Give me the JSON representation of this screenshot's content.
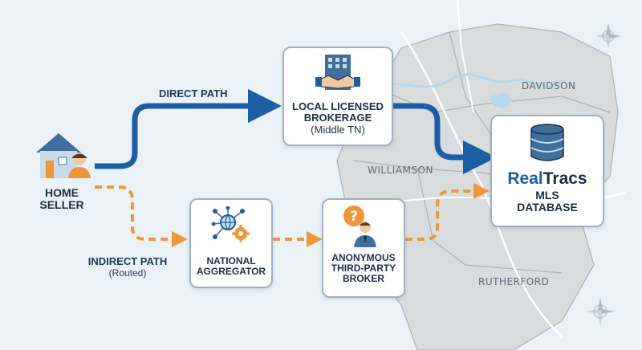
{
  "map": {
    "counties": [
      "DAVIDSON",
      "WILLIAMSON",
      "RUTHERFORD"
    ]
  },
  "seller": {
    "line1": "HOME",
    "line2": "SELLER",
    "icon": "house-with-person-icon"
  },
  "direct_path": {
    "label": "DIRECT PATH",
    "color": "#1b5ea3"
  },
  "indirect_path": {
    "label": "INDIRECT PATH",
    "sublabel": "(Routed)",
    "color": "#f0963a"
  },
  "local_brokerage": {
    "line1": "LOCAL LICENSED",
    "line2": "BROKERAGE",
    "line3": "(Middle TN)",
    "icon": "office-building-handshake-icon"
  },
  "national_aggregator": {
    "line1": "NATIONAL",
    "line2": "AGGREGATOR",
    "icon": "globe-network-gear-icon"
  },
  "anonymous_broker": {
    "line1": "ANONYMOUS",
    "line2": "THIRD-PARTY",
    "line3": "BROKER",
    "icon": "question-mark-person-icon"
  },
  "mls_database": {
    "brand_part1": "Real",
    "brand_part2": "Tracs",
    "line2": "MLS",
    "line3": "DATABASE",
    "icon": "database-icon",
    "brand_color_1": "#1b5ea3",
    "brand_color_2": "#1c2f45"
  }
}
